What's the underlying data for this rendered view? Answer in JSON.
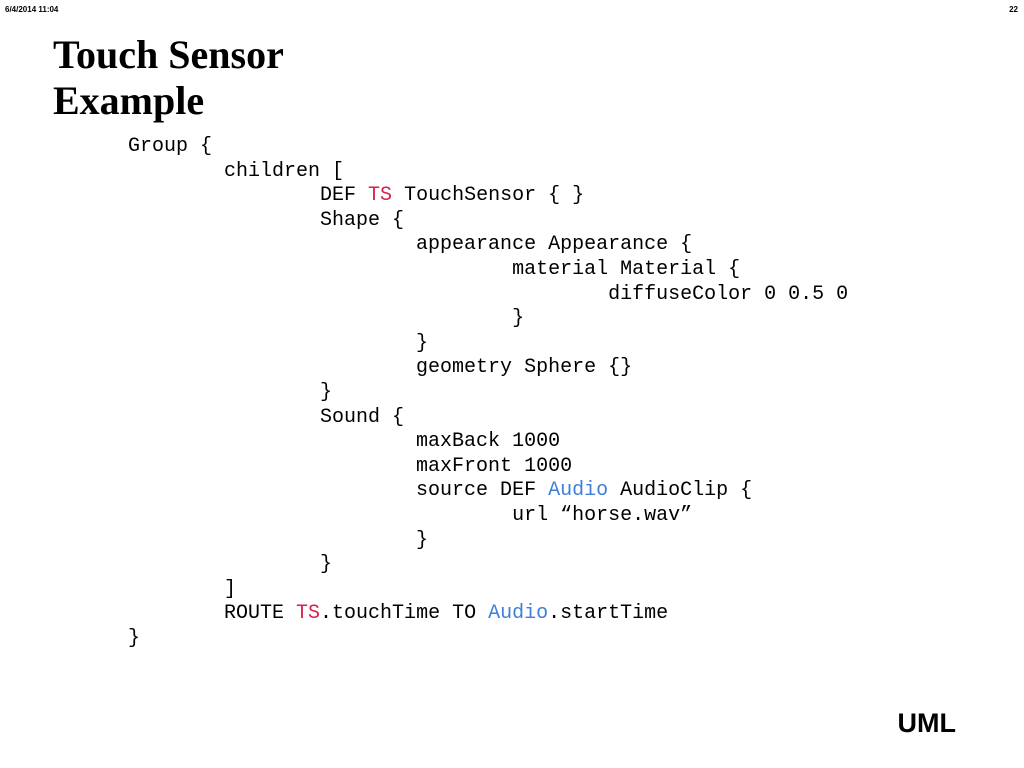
{
  "header": {
    "date": "6/4/2014  11:04",
    "page": "22"
  },
  "slide": {
    "title": "Touch Sensor\nExample"
  },
  "code": {
    "lines": [
      [
        {
          "t": "Group {"
        }
      ],
      [
        {
          "t": "        children ["
        }
      ],
      [
        {
          "t": "                DEF "
        },
        {
          "t": "TS",
          "c": "red"
        },
        {
          "t": " TouchSensor { }"
        }
      ],
      [
        {
          "t": "                Shape {"
        }
      ],
      [
        {
          "t": "                        appearance Appearance {"
        }
      ],
      [
        {
          "t": "                                material Material {"
        }
      ],
      [
        {
          "t": "                                        diffuseColor 0 0.5 0"
        }
      ],
      [
        {
          "t": "                                }"
        }
      ],
      [
        {
          "t": "                        }"
        }
      ],
      [
        {
          "t": "                        geometry Sphere {}"
        }
      ],
      [
        {
          "t": "                }"
        }
      ],
      [
        {
          "t": "                Sound {"
        }
      ],
      [
        {
          "t": "                        maxBack 1000"
        }
      ],
      [
        {
          "t": "                        maxFront 1000"
        }
      ],
      [
        {
          "t": "                        source DEF "
        },
        {
          "t": "Audio",
          "c": "blue"
        },
        {
          "t": " AudioClip {"
        }
      ],
      [
        {
          "t": "                                url “horse.wav”"
        }
      ],
      [
        {
          "t": "                        }"
        }
      ],
      [
        {
          "t": "                }"
        }
      ],
      [
        {
          "t": "        ]"
        }
      ],
      [
        {
          "t": "        ROUTE "
        },
        {
          "t": "TS",
          "c": "red"
        },
        {
          "t": ".touchTime TO "
        },
        {
          "t": "Audio",
          "c": "blue"
        },
        {
          "t": ".startTime"
        }
      ],
      [
        {
          "t": "}"
        }
      ]
    ]
  },
  "colors": {
    "red": "#d9204d",
    "blue": "#3f7fd8"
  },
  "footer": {
    "mark": "UML"
  }
}
